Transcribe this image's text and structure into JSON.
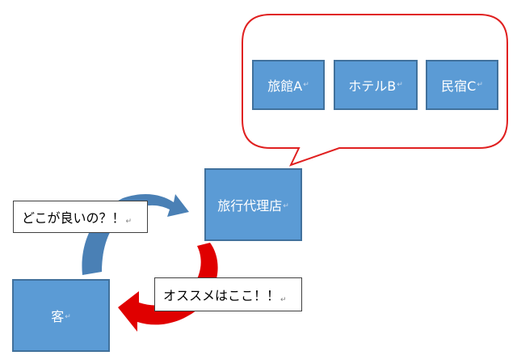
{
  "bubble": {
    "options": [
      {
        "label": "旅館A"
      },
      {
        "label": "ホテルB"
      },
      {
        "label": "民宿C"
      }
    ]
  },
  "agency": {
    "label": "旅行代理店"
  },
  "customer": {
    "label": "客"
  },
  "question_note": {
    "label": "どこが良いの？！"
  },
  "answer_note": {
    "label": "オススメはここ！！"
  },
  "paragraph_mark": "↵",
  "colors": {
    "box_fill": "#5b9bd5",
    "box_border": "#41719c",
    "bubble_border": "#e02020",
    "arrow_blue": "#4a80b5",
    "arrow_red": "#e00000"
  }
}
